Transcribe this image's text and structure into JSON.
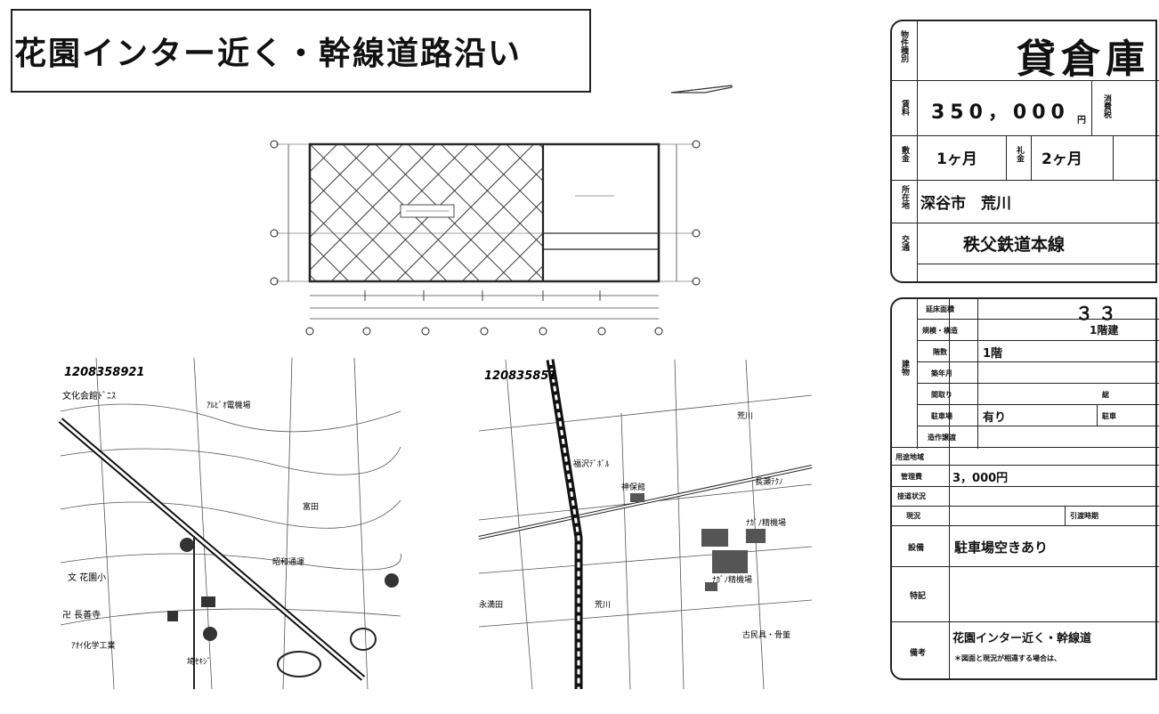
{
  "headline": "花園インター近く・幹線道路沿い",
  "maps": {
    "map1": {
      "code": "1208358921",
      "labels": [
        "文化会館ﾄﾞﾆｽ",
        "ｱﾙﾋﾞｵ電機場",
        "富田",
        "昭和通運",
        "文 花園小",
        "卍 長善寺",
        "ｱｵｲ化学工業",
        "埼ｾｷｼﾞ"
      ]
    },
    "map2": {
      "code": "120835851",
      "labels": [
        "荒川",
        "福沢ﾃﾞﾎﾞﾙ",
        "神保館",
        "ﾅｶﾞﾉ精機場",
        "荒川",
        "ﾅｶﾞﾉ精機場",
        "永満田",
        "長瀬ﾃｸﾉ",
        "古民具・骨董"
      ]
    }
  },
  "sheet": {
    "title": "貸倉庫",
    "labels": {
      "property_type": "物件種別",
      "rent": "賃料",
      "tax": "消費税",
      "deposit": "敷金",
      "key_money": "礼金",
      "location": "所在地",
      "transport": "交通",
      "building": "建物",
      "floor_area": "延床面積",
      "structure": "規模・構造",
      "floors": "階数",
      "built": "築年月",
      "layout": "間取り",
      "parking": "駐車場",
      "extra": "造作譲渡",
      "zoning": "用途地域",
      "management": "管理費",
      "road": "接道状況",
      "current": "現況",
      "handover": "引渡時期",
      "equipment": "設備",
      "notes": "特記",
      "remarks": "備考",
      "total": "総",
      "parking2": "駐車"
    },
    "values": {
      "rent": "350，000",
      "rent_unit": "円",
      "deposit": "1ヶ月",
      "key_money": "2ヶ月",
      "location": "深谷市　荒川",
      "transport": "秩父鉄道本線",
      "floor_area": "３３",
      "structure": "1階建",
      "floors": "1階",
      "parking": "有り",
      "management": "3，000円",
      "equipment": "駐車場空きあり",
      "remarks": "花園インター近く・幹線道",
      "disclaimer": "＊図面と現況が相違する場合は、"
    }
  }
}
